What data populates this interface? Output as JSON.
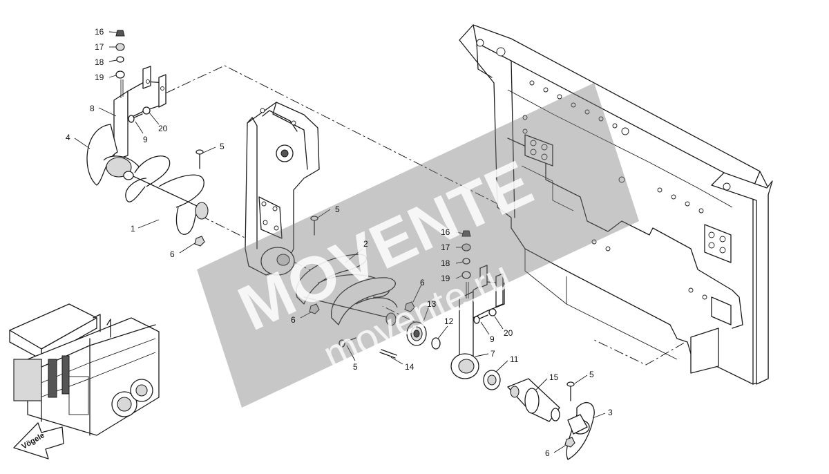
{
  "callouts": [
    {
      "id": "c16a",
      "text": "16"
    },
    {
      "id": "c17a",
      "text": "17"
    },
    {
      "id": "c18a",
      "text": "18"
    },
    {
      "id": "c19a",
      "text": "19"
    },
    {
      "id": "c8",
      "text": "8"
    },
    {
      "id": "c20a",
      "text": "20"
    },
    {
      "id": "c9a",
      "text": "9"
    },
    {
      "id": "c4",
      "text": "4"
    },
    {
      "id": "c5a",
      "text": "5"
    },
    {
      "id": "c1",
      "text": "1"
    },
    {
      "id": "c6a",
      "text": "6"
    },
    {
      "id": "c5b",
      "text": "5"
    },
    {
      "id": "c2",
      "text": "2"
    },
    {
      "id": "c6b",
      "text": "6"
    },
    {
      "id": "c6c",
      "text": "6"
    },
    {
      "id": "c13",
      "text": "13"
    },
    {
      "id": "c5c",
      "text": "5"
    },
    {
      "id": "c14",
      "text": "14"
    },
    {
      "id": "c12",
      "text": "12"
    },
    {
      "id": "c16b",
      "text": "16"
    },
    {
      "id": "c17b",
      "text": "17"
    },
    {
      "id": "c18b",
      "text": "18"
    },
    {
      "id": "c19b",
      "text": "19"
    },
    {
      "id": "c9b",
      "text": "9"
    },
    {
      "id": "c20b",
      "text": "20"
    },
    {
      "id": "c7",
      "text": "7"
    },
    {
      "id": "c11",
      "text": "11"
    },
    {
      "id": "c15",
      "text": "15"
    },
    {
      "id": "c5d",
      "text": "5"
    },
    {
      "id": "c3",
      "text": "3"
    },
    {
      "id": "c6d",
      "text": "6"
    }
  ],
  "watermark": {
    "main": "MOVENTE",
    "sub": "movente.ru"
  },
  "direction_arrow": {
    "label": "Vögele"
  }
}
